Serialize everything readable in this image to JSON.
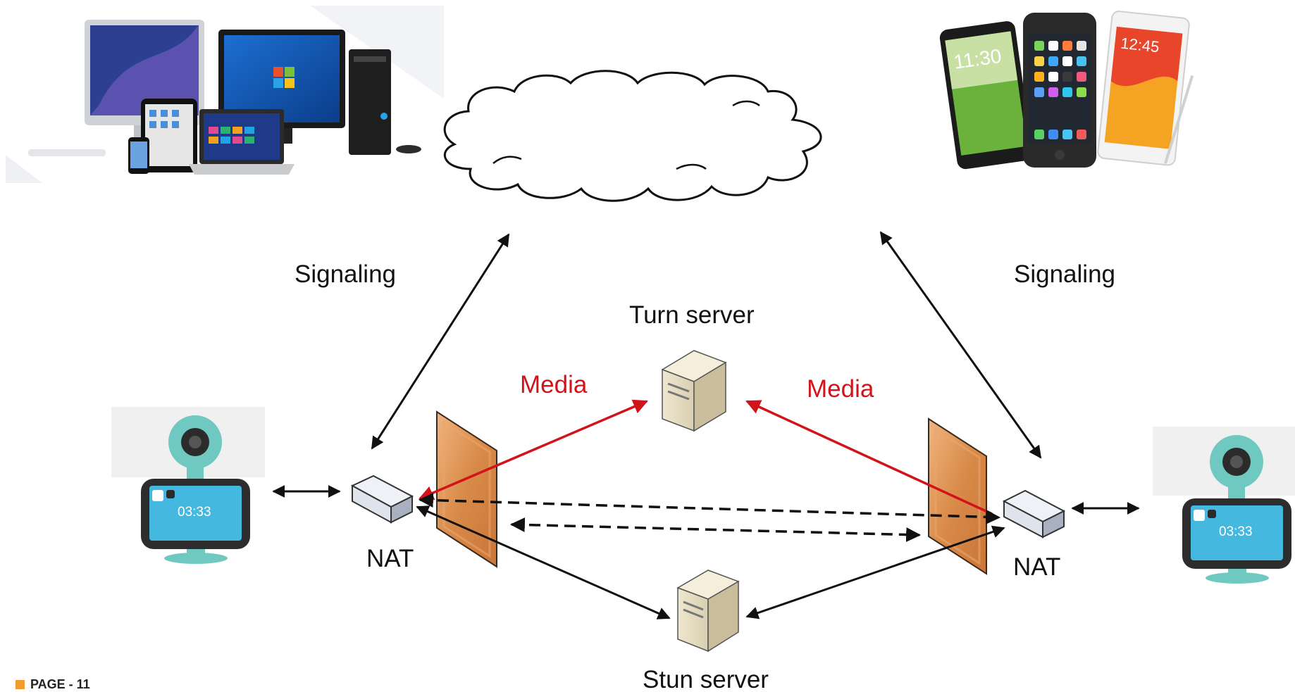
{
  "labels": {
    "signaling_left": "Signaling",
    "signaling_right": "Signaling",
    "turn_server": "Turn server",
    "stun_server": "Stun server",
    "media_left": "Media",
    "media_right": "Media",
    "nat_left": "NAT",
    "nat_right": "NAT"
  },
  "robot_screen": {
    "time": "03:33"
  },
  "phones": {
    "left_time": "11:30",
    "right_time": "12:45"
  },
  "footer": {
    "page": "PAGE - 11"
  },
  "colors": {
    "media": "#d2141a",
    "signaling": "#111111",
    "firewall": "#d9904f",
    "robot": "#6fc9c0",
    "accent": "#f29a2e"
  }
}
